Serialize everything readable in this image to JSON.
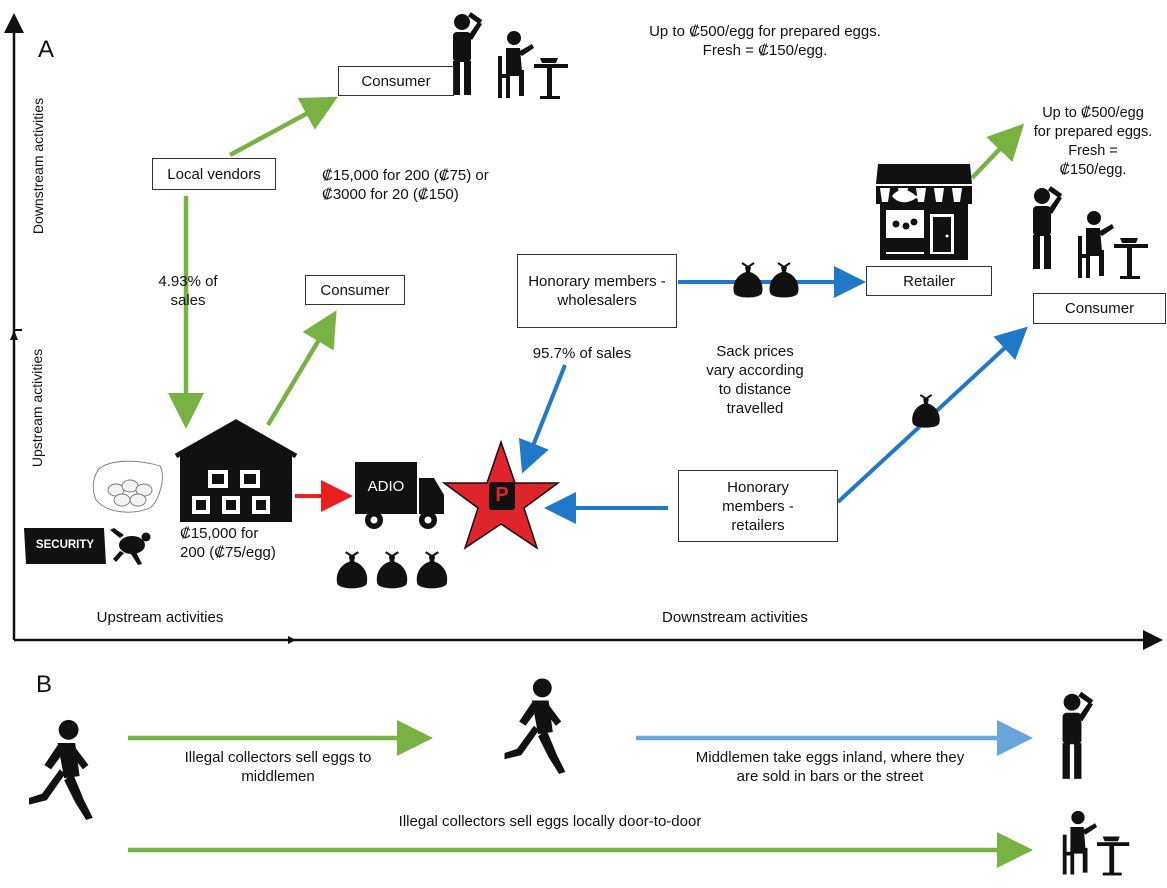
{
  "panels": {
    "a": "A",
    "b": "B"
  },
  "axes": {
    "left_top": "Downstream activities",
    "left_bottom": "Upstream activities",
    "bottom_left": "Upstream activities",
    "bottom_right": "Downstream activities"
  },
  "nodes": {
    "consumer_top": "Consumer",
    "local_vendors": "Local vendors",
    "consumer_mid": "Consumer",
    "wholesalers": "Honorary members - wholesalers",
    "retailer": "Retailer",
    "consumer_right": "Consumer",
    "honorary_retailers": "Honorary members - retailers"
  },
  "notes": {
    "top_price_line1": "Up to ₡500/egg for prepared eggs.",
    "top_price_line2": "Fresh = ₡150/egg.",
    "right_price_line1": "Up to ₡500/egg",
    "right_price_line2": "for prepared eggs.",
    "right_price_line3": "Fresh =",
    "right_price_line4": "₡150/egg.",
    "vendor_price_line1": "₡15,000 for 200 (₡75) or",
    "vendor_price_line2": "₡3000 for 20 (₡150)",
    "share_local_line1": "4.93%  of",
    "share_local_line2": "sales",
    "share_wholesale": "95.7%  of sales",
    "sack_line1": "Sack prices",
    "sack_line2": "vary according",
    "sack_line3": "to distance",
    "sack_line4": "travelled",
    "hatchery_price_line1": "₡15,000 for",
    "hatchery_price_line2": "200 (₡75/egg)",
    "truck_text": "ADIO",
    "security_text": "SECURITY",
    "star_letter": "P"
  },
  "panel_b": {
    "arrow1": "Illegal collectors sell eggs to middlemen",
    "arrow1_line1": "Illegal collectors sell eggs to",
    "arrow1_line2": "middlemen",
    "arrow2_line1": "Middlemen take eggs inland, where they",
    "arrow2_line2": "are sold in bars or the street",
    "arrow3": "Illegal collectors sell eggs locally door-to-door"
  },
  "colors": {
    "green": "#77b243",
    "blue": "#1f78c8",
    "lightblue": "#6aa6dc",
    "red": "#e8201f",
    "star": "#e0242b"
  }
}
